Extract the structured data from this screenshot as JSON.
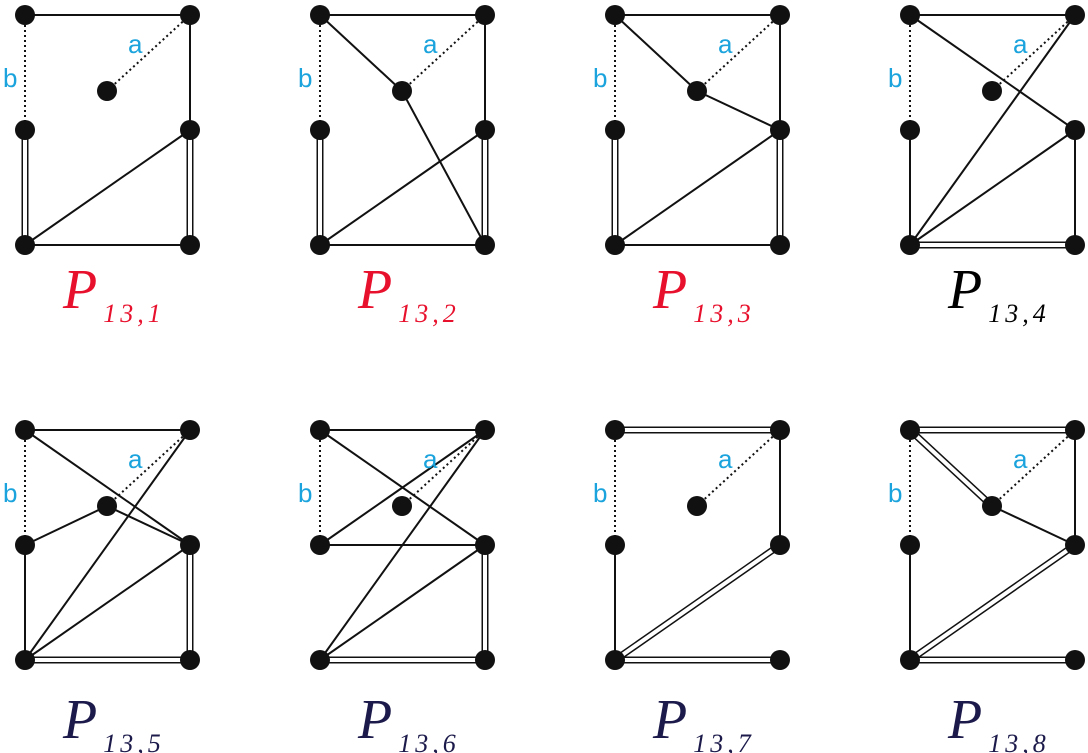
{
  "colors": {
    "edge": "#111111",
    "label": "#1aa3dc",
    "title_red": "#e8112d",
    "title_black": "#000000",
    "title_navy": "#1c1a4a"
  },
  "graphs": [
    {
      "id": "P13-1",
      "title_letter": "P",
      "title_sub": "13,1",
      "title_color_key": "title_red",
      "dotted_label_a": "a",
      "dotted_label_b": "b",
      "edges": [
        {
          "from": "TL",
          "to": "TR",
          "style": "single"
        },
        {
          "from": "TR",
          "to": "MR",
          "style": "single"
        },
        {
          "from": "ML",
          "to": "BL",
          "style": "double"
        },
        {
          "from": "MR",
          "to": "BR",
          "style": "double"
        },
        {
          "from": "BL",
          "to": "BR",
          "style": "single"
        },
        {
          "from": "BL",
          "to": "MR",
          "style": "single"
        },
        {
          "from": "TR",
          "to": "C",
          "style": "dotted"
        },
        {
          "from": "TL",
          "to": "ML",
          "style": "dotted"
        }
      ]
    },
    {
      "id": "P13-2",
      "title_letter": "P",
      "title_sub": "13,2",
      "title_color_key": "title_red",
      "dotted_label_a": "a",
      "dotted_label_b": "b",
      "edges": [
        {
          "from": "TL",
          "to": "TR",
          "style": "single"
        },
        {
          "from": "TR",
          "to": "MR",
          "style": "single"
        },
        {
          "from": "TL",
          "to": "C",
          "style": "single"
        },
        {
          "from": "C",
          "to": "BR",
          "style": "single"
        },
        {
          "from": "ML",
          "to": "BL",
          "style": "double"
        },
        {
          "from": "MR",
          "to": "BR",
          "style": "double"
        },
        {
          "from": "BL",
          "to": "BR",
          "style": "single"
        },
        {
          "from": "BL",
          "to": "MR",
          "style": "single"
        },
        {
          "from": "TR",
          "to": "C",
          "style": "dotted"
        },
        {
          "from": "TL",
          "to": "ML",
          "style": "dotted"
        }
      ]
    },
    {
      "id": "P13-3",
      "title_letter": "P",
      "title_sub": "13,3",
      "title_color_key": "title_red",
      "dotted_label_a": "a",
      "dotted_label_b": "b",
      "edges": [
        {
          "from": "TL",
          "to": "TR",
          "style": "single"
        },
        {
          "from": "TR",
          "to": "MR",
          "style": "single"
        },
        {
          "from": "TL",
          "to": "C",
          "style": "single"
        },
        {
          "from": "C",
          "to": "MR",
          "style": "single"
        },
        {
          "from": "ML",
          "to": "BL",
          "style": "double"
        },
        {
          "from": "MR",
          "to": "BR",
          "style": "double"
        },
        {
          "from": "BL",
          "to": "BR",
          "style": "single"
        },
        {
          "from": "BL",
          "to": "MR",
          "style": "single"
        },
        {
          "from": "TR",
          "to": "C",
          "style": "dotted"
        },
        {
          "from": "TL",
          "to": "ML",
          "style": "dotted"
        }
      ]
    },
    {
      "id": "P13-4",
      "title_letter": "P",
      "title_sub": "13,4",
      "title_color_key": "title_black",
      "dotted_label_a": "a",
      "dotted_label_b": "b",
      "edges": [
        {
          "from": "TL",
          "to": "TR",
          "style": "single"
        },
        {
          "from": "TL",
          "to": "MR",
          "style": "single"
        },
        {
          "from": "TR",
          "to": "BL",
          "style": "single"
        },
        {
          "from": "MR",
          "to": "BL",
          "style": "single"
        },
        {
          "from": "MR",
          "to": "BR",
          "style": "single"
        },
        {
          "from": "ML",
          "to": "BL",
          "style": "single"
        },
        {
          "from": "BL",
          "to": "BR",
          "style": "double"
        },
        {
          "from": "TR",
          "to": "C",
          "style": "dotted"
        },
        {
          "from": "TL",
          "to": "ML",
          "style": "dotted"
        }
      ]
    },
    {
      "id": "P13-5",
      "title_letter": "P",
      "title_sub": "13,5",
      "title_color_key": "title_navy",
      "dotted_label_a": "a",
      "dotted_label_b": "b",
      "edges": [
        {
          "from": "TL",
          "to": "TR",
          "style": "single"
        },
        {
          "from": "TL",
          "to": "MR",
          "style": "single"
        },
        {
          "from": "TR",
          "to": "BL",
          "style": "single"
        },
        {
          "from": "ML",
          "to": "C",
          "style": "single"
        },
        {
          "from": "C",
          "to": "MR",
          "style": "single"
        },
        {
          "from": "ML",
          "to": "BL",
          "style": "single"
        },
        {
          "from": "MR",
          "to": "BL",
          "style": "single"
        },
        {
          "from": "MR",
          "to": "BR",
          "style": "double"
        },
        {
          "from": "BL",
          "to": "BR",
          "style": "double"
        },
        {
          "from": "TR",
          "to": "C",
          "style": "dotted"
        },
        {
          "from": "TL",
          "to": "ML",
          "style": "dotted"
        }
      ]
    },
    {
      "id": "P13-6",
      "title_letter": "P",
      "title_sub": "13,6",
      "title_color_key": "title_navy",
      "dotted_label_a": "a",
      "dotted_label_b": "b",
      "edges": [
        {
          "from": "TL",
          "to": "TR",
          "style": "single"
        },
        {
          "from": "TL",
          "to": "MR",
          "style": "single"
        },
        {
          "from": "TR",
          "to": "BL",
          "style": "single"
        },
        {
          "from": "TR",
          "to": "ML",
          "style": "single"
        },
        {
          "from": "ML",
          "to": "MR",
          "style": "single"
        },
        {
          "from": "MR",
          "to": "BL",
          "style": "single"
        },
        {
          "from": "MR",
          "to": "BR",
          "style": "double"
        },
        {
          "from": "BL",
          "to": "BR",
          "style": "double"
        },
        {
          "from": "TR",
          "to": "C",
          "style": "dotted"
        },
        {
          "from": "TL",
          "to": "ML",
          "style": "dotted"
        }
      ]
    },
    {
      "id": "P13-7",
      "title_letter": "P",
      "title_sub": "13,7",
      "title_color_key": "title_navy",
      "dotted_label_a": "a",
      "dotted_label_b": "b",
      "edges": [
        {
          "from": "TL",
          "to": "TR",
          "style": "double"
        },
        {
          "from": "TR",
          "to": "MR",
          "style": "single"
        },
        {
          "from": "MR",
          "to": "BL",
          "style": "double"
        },
        {
          "from": "ML",
          "to": "BL",
          "style": "single"
        },
        {
          "from": "BL",
          "to": "BR",
          "style": "double"
        },
        {
          "from": "TR",
          "to": "C",
          "style": "dotted"
        },
        {
          "from": "TL",
          "to": "ML",
          "style": "dotted"
        }
      ]
    },
    {
      "id": "P13-8",
      "title_letter": "P",
      "title_sub": "13,8",
      "title_color_key": "title_navy",
      "dotted_label_a": "a",
      "dotted_label_b": "b",
      "edges": [
        {
          "from": "TL",
          "to": "TR",
          "style": "double"
        },
        {
          "from": "TL",
          "to": "C",
          "style": "double"
        },
        {
          "from": "TR",
          "to": "MR",
          "style": "single"
        },
        {
          "from": "C",
          "to": "MR",
          "style": "single"
        },
        {
          "from": "MR",
          "to": "BL",
          "style": "double"
        },
        {
          "from": "ML",
          "to": "BL",
          "style": "single"
        },
        {
          "from": "BL",
          "to": "BR",
          "style": "double"
        },
        {
          "from": "TR",
          "to": "C",
          "style": "dotted"
        },
        {
          "from": "TL",
          "to": "ML",
          "style": "dotted"
        }
      ]
    }
  ]
}
